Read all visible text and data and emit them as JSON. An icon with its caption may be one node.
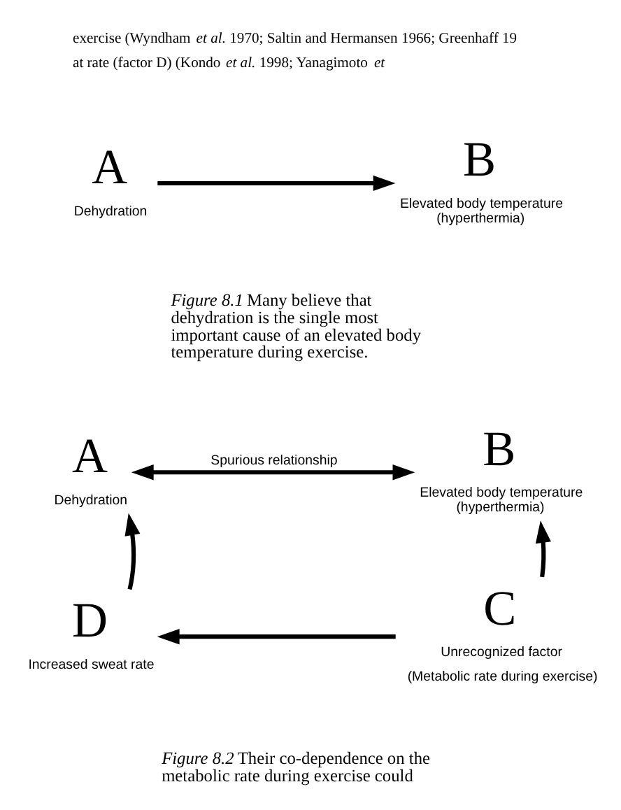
{
  "diagram": {
    "nodes": [
      {
        "text": [
          "A",
          "Dehydration"
        ]
      },
      {
        "text": [
          "B",
          "Elevated body temperature (hyperthermia)"
        ]
      },
      {
        "text": [
          "A",
          "Dehydration"
        ]
      },
      {
        "text": [
          "B",
          "Elevated body temperature (hyperthermia)"
        ]
      },
      {
        "text": [
          "D",
          "Increased sweat rate"
        ]
      },
      {
        "text": [
          "C",
          "Unrecognized factor",
          "(Metabolic rate during exercise)"
        ]
      }
    ],
    "edges": [
      {
        "from": 0,
        "to": 1,
        "arrow": "to"
      },
      {
        "from": 2,
        "to": 3,
        "arrow": "both",
        "label": "Spurious relationship"
      },
      {
        "from": 4,
        "to": 2,
        "arrow": "to"
      },
      {
        "from": 5,
        "to": 3,
        "arrow": "to"
      },
      {
        "from": 5,
        "to": 4,
        "arrow": "to"
      }
    ],
    "labels": [
      "exercise (Wyndham *et al.* 1970; Saltin and Hermansen 1966; Greenhaff 19 at rate (factor D) (Kondo *et al.* 1998; Yanagimoto *et*",
      "*Figure 8.1* Many believe that dehydration is the single most important cause of an elevated body temperature during exercise.",
      "*Figure 8.2* Their co-dependence on the metabolic rate during exercise could"
    ]
  }
}
